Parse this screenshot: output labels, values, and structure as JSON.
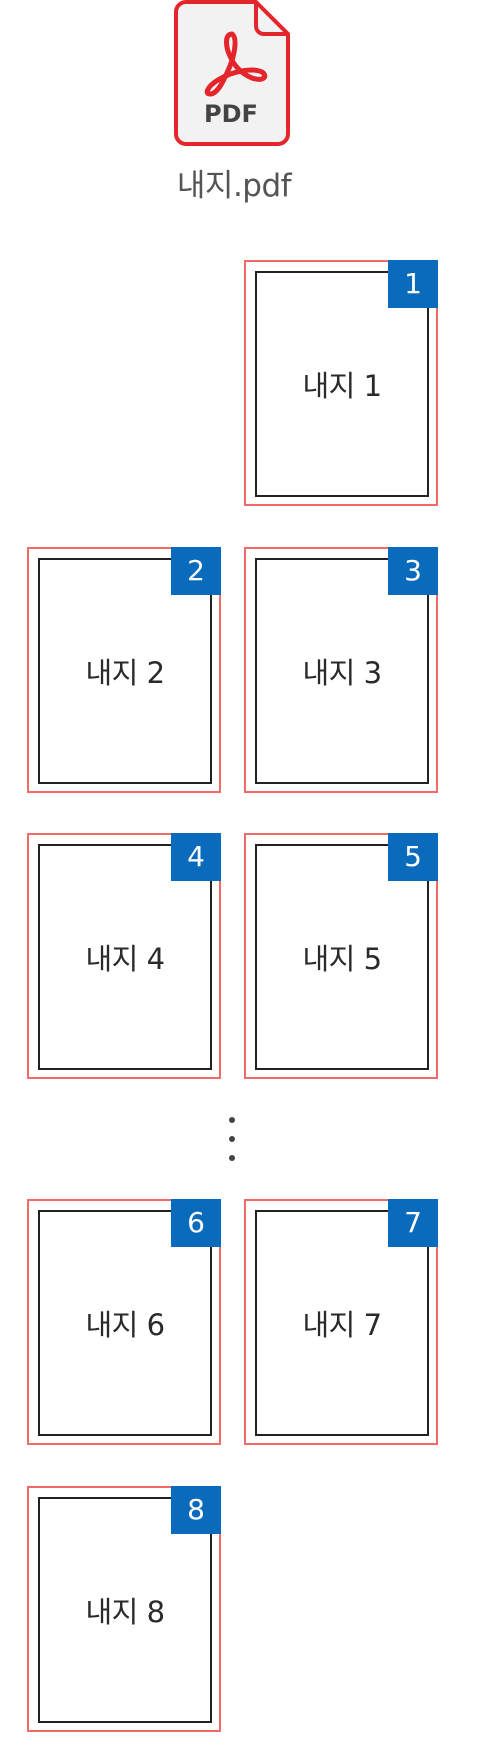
{
  "file": {
    "icon": "pdf-file-icon",
    "icon_label": "PDF",
    "name": "내지.pdf"
  },
  "pages": [
    {
      "number": "1",
      "label": "내지 1"
    },
    {
      "number": "2",
      "label": "내지 2"
    },
    {
      "number": "3",
      "label": "내지 3"
    },
    {
      "number": "4",
      "label": "내지 4"
    },
    {
      "number": "5",
      "label": "내지 5"
    },
    {
      "number": "6",
      "label": "내지 6"
    },
    {
      "number": "7",
      "label": "내지 7"
    },
    {
      "number": "8",
      "label": "내지 8"
    }
  ],
  "colors": {
    "badge": "#0a6bbd",
    "page_outline": "#f06a6a",
    "sheet_border": "#222222",
    "pdf_red": "#e3262c"
  }
}
